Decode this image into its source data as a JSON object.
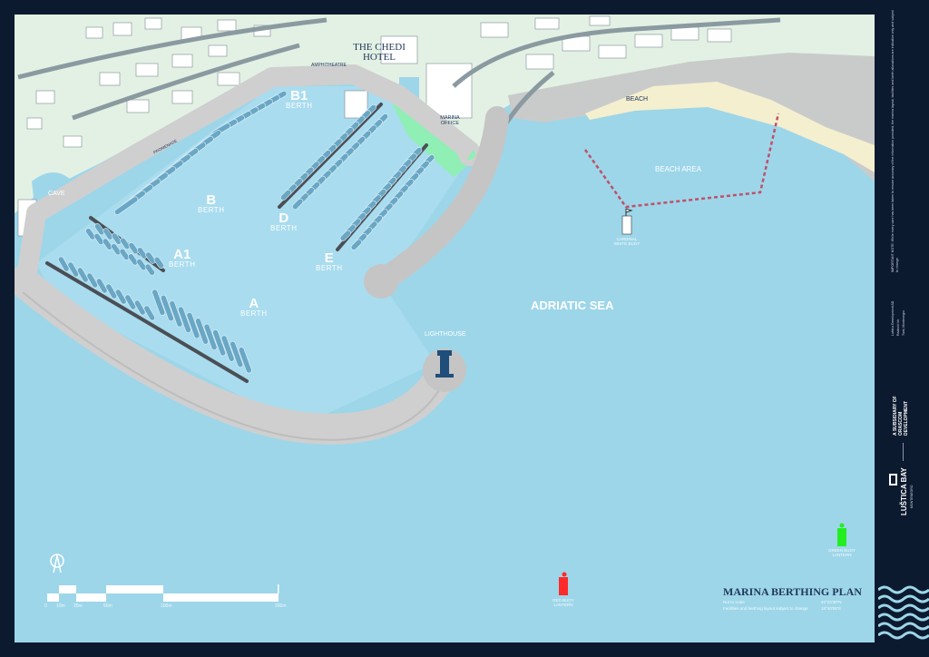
{
  "title": "MARINA BERTHING PLAN",
  "subtitle_lines": [
    "Not to scale",
    "Facilities and berthing layout subject to change"
  ],
  "coords": [
    "42°23'30\"N",
    "18°40'55\"E"
  ],
  "places": {
    "hotel": "THE CHEDI HOTEL",
    "amphitheatre": "AMPHITHEATRE",
    "marina_office": "MARINA OFFICE",
    "beach": "BEACH",
    "beach_area": "BEACH AREA",
    "cave": "CAVE",
    "promenade": "PROMENADE",
    "sea": "ADRIATIC SEA",
    "lighthouse": "LIGHTHOUSE"
  },
  "berths": [
    {
      "id": "B1",
      "label": "BERTH"
    },
    {
      "id": "B",
      "label": "BERTH"
    },
    {
      "id": "D",
      "label": "BERTH"
    },
    {
      "id": "E",
      "label": "BERTH"
    },
    {
      "id": "A1",
      "label": "BERTH"
    },
    {
      "id": "A",
      "label": "BERTH"
    }
  ],
  "buoys": [
    {
      "name": "CARDINAL WHITE BUOY",
      "color": "#ffffff"
    },
    {
      "name": "RED BUOY LANTERN",
      "color": "#ff2a2a"
    },
    {
      "name": "GREEN BUOY LANTERN",
      "color": "#22ee22"
    }
  ],
  "scale": {
    "ticks": [
      "0",
      "10m",
      "25m",
      "50m",
      "100m",
      "200m"
    ]
  },
  "panel": {
    "note": "IMPORTANT NOTE: While every care has been taken to ensure accuracy of the information provided, the marina layout, facilities and berth allocations are indicative only and subject to change.",
    "contact": [
      "Luštica Development AD",
      "Radovići bb",
      "Tivat, Montenegro"
    ],
    "brand_orascom": "A SUBSIDIARY OF ORASCOM DEVELOPMENT",
    "brand_lustica": "LUŠTICA BAY",
    "brand_lustica_sub": "MONTENEGRO"
  },
  "colors": {
    "sea": "#9dd6e9",
    "frame": "#0c1a2f",
    "land": "#e3f1e4",
    "quay": "#cfcfcf",
    "boat": "#6aa7c4"
  }
}
